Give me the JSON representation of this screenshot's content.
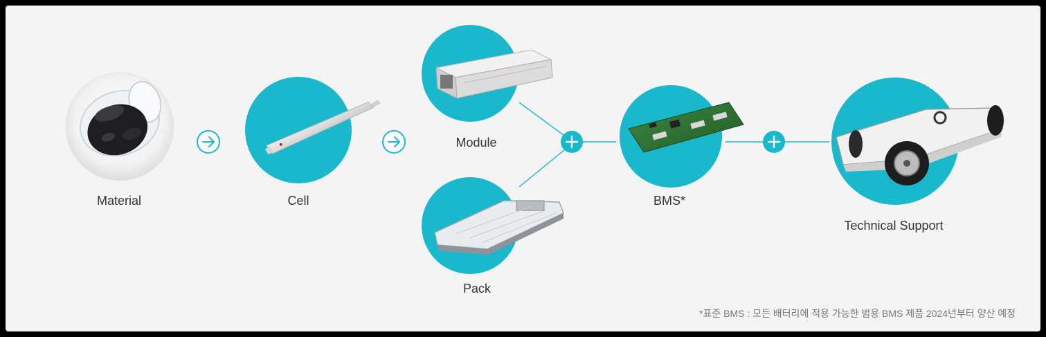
{
  "nodes": {
    "material": "Material",
    "cell": "Cell",
    "module": "Module",
    "pack": "Pack",
    "bms": "BMS*",
    "technical_support": "Technical Support"
  },
  "footnote": "*표준 BMS : 모든 배터리에 적용 가능한 범용 BMS 제품 2024년부터 양산 예정",
  "colors": {
    "accent": "#1ab8cc",
    "background": "#f4f4f4",
    "text": "#333333"
  },
  "icons": [
    "arrow-right-icon",
    "plus-icon"
  ]
}
